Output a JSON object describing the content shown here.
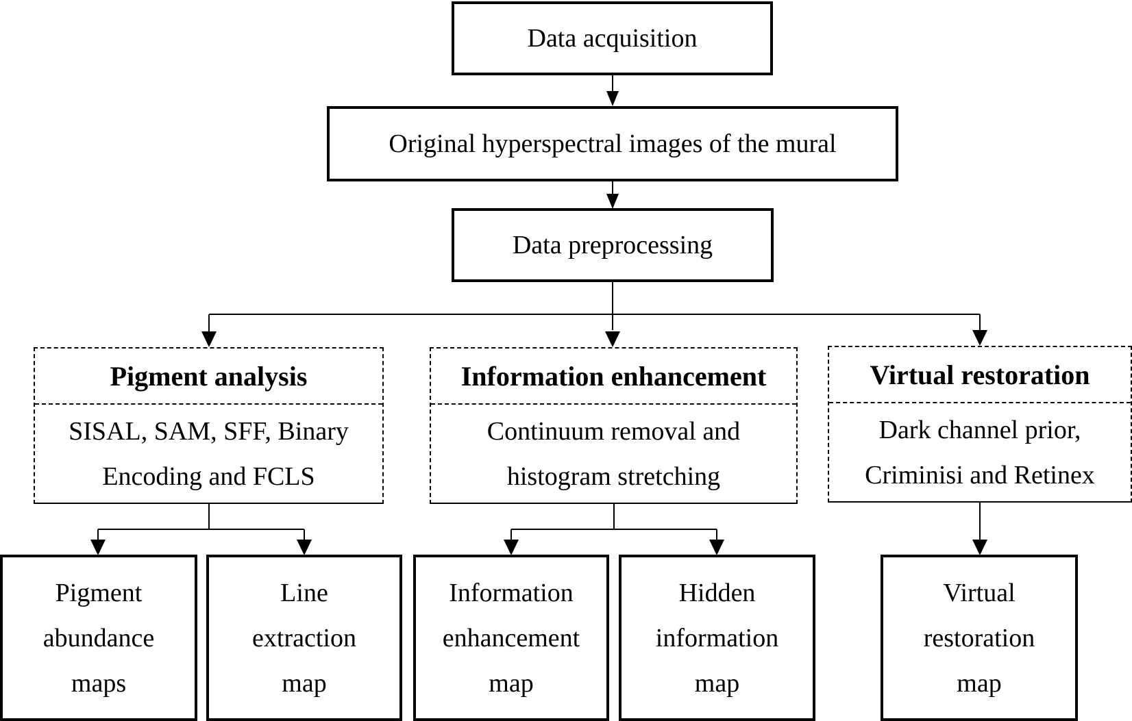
{
  "diagram": {
    "top_steps": [
      {
        "id": "acquisition",
        "label": "Data acquisition"
      },
      {
        "id": "original",
        "label": "Original hyperspectral images of the mural"
      },
      {
        "id": "preprocessing",
        "label": "Data preprocessing"
      }
    ],
    "methods": [
      {
        "id": "pigment",
        "title": "Pigment analysis",
        "desc_lines": [
          "SISAL, SAM, SFF, Binary",
          "Encoding and FCLS"
        ]
      },
      {
        "id": "enhancement",
        "title": "Information enhancement",
        "desc_lines": [
          "Continuum removal and",
          "histogram stretching"
        ]
      },
      {
        "id": "restoration",
        "title": "Virtual restoration",
        "desc_lines": [
          "Dark channel prior,",
          "Criminisi and Retinex"
        ]
      }
    ],
    "outputs": [
      {
        "id": "pigment-abundance",
        "lines": [
          "Pigment",
          "abundance",
          "maps"
        ]
      },
      {
        "id": "line-extraction",
        "lines": [
          "Line",
          "extraction",
          "map"
        ]
      },
      {
        "id": "information-enhancement",
        "lines": [
          "Information",
          "enhancement",
          "map"
        ]
      },
      {
        "id": "hidden-information",
        "lines": [
          "Hidden",
          "information",
          "map"
        ]
      },
      {
        "id": "virtual-restoration",
        "lines": [
          "Virtual",
          "restoration",
          "map"
        ]
      }
    ]
  }
}
